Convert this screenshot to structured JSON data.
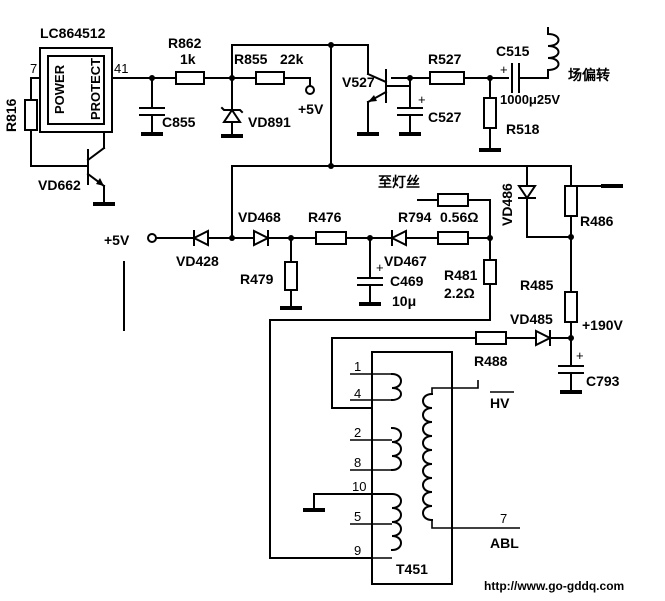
{
  "ic": {
    "name": "LC864512",
    "block_left": "POWER",
    "block_right": "PROTECT",
    "pin_left": "7",
    "pin_right": "41"
  },
  "resistors": {
    "r816": "R816",
    "r862": "R862",
    "r862_val": "1k",
    "r855": "R855",
    "r855_val": "22k",
    "r527": "R527",
    "r518": "R518",
    "r476": "R476",
    "r479": "R479",
    "r794": "R794",
    "r794_val": "0.56Ω",
    "r481": "R481",
    "r481_val": "2.2Ω",
    "r486": "R486",
    "r485": "R485",
    "r488": "R488"
  },
  "capacitors": {
    "c855": "C855",
    "c527": "C527",
    "c515": "C515",
    "c515_val": "1000μ25V",
    "c469": "C469",
    "c469_val": "10μ",
    "c793": "C793"
  },
  "diodes": {
    "vd891": "VD891",
    "vd428": "VD428",
    "vd468": "VD468",
    "vd467": "VD467",
    "vd486": "VD486",
    "vd485": "VD485"
  },
  "transistors": {
    "v527": "V527",
    "vd662": "VD662"
  },
  "supplies": {
    "plus5v_a": "+5V",
    "plus5v_b": "+5V",
    "plus190v": "+190V"
  },
  "notes": {
    "yoke": "场偏转",
    "filament": "至灯丝"
  },
  "transformer": {
    "name": "T451",
    "pins": [
      "1",
      "4",
      "2",
      "8",
      "10",
      "5",
      "9",
      "7"
    ],
    "hv": "HV",
    "abl": "ABL"
  },
  "watermark": "http://www.go-gddq.com"
}
